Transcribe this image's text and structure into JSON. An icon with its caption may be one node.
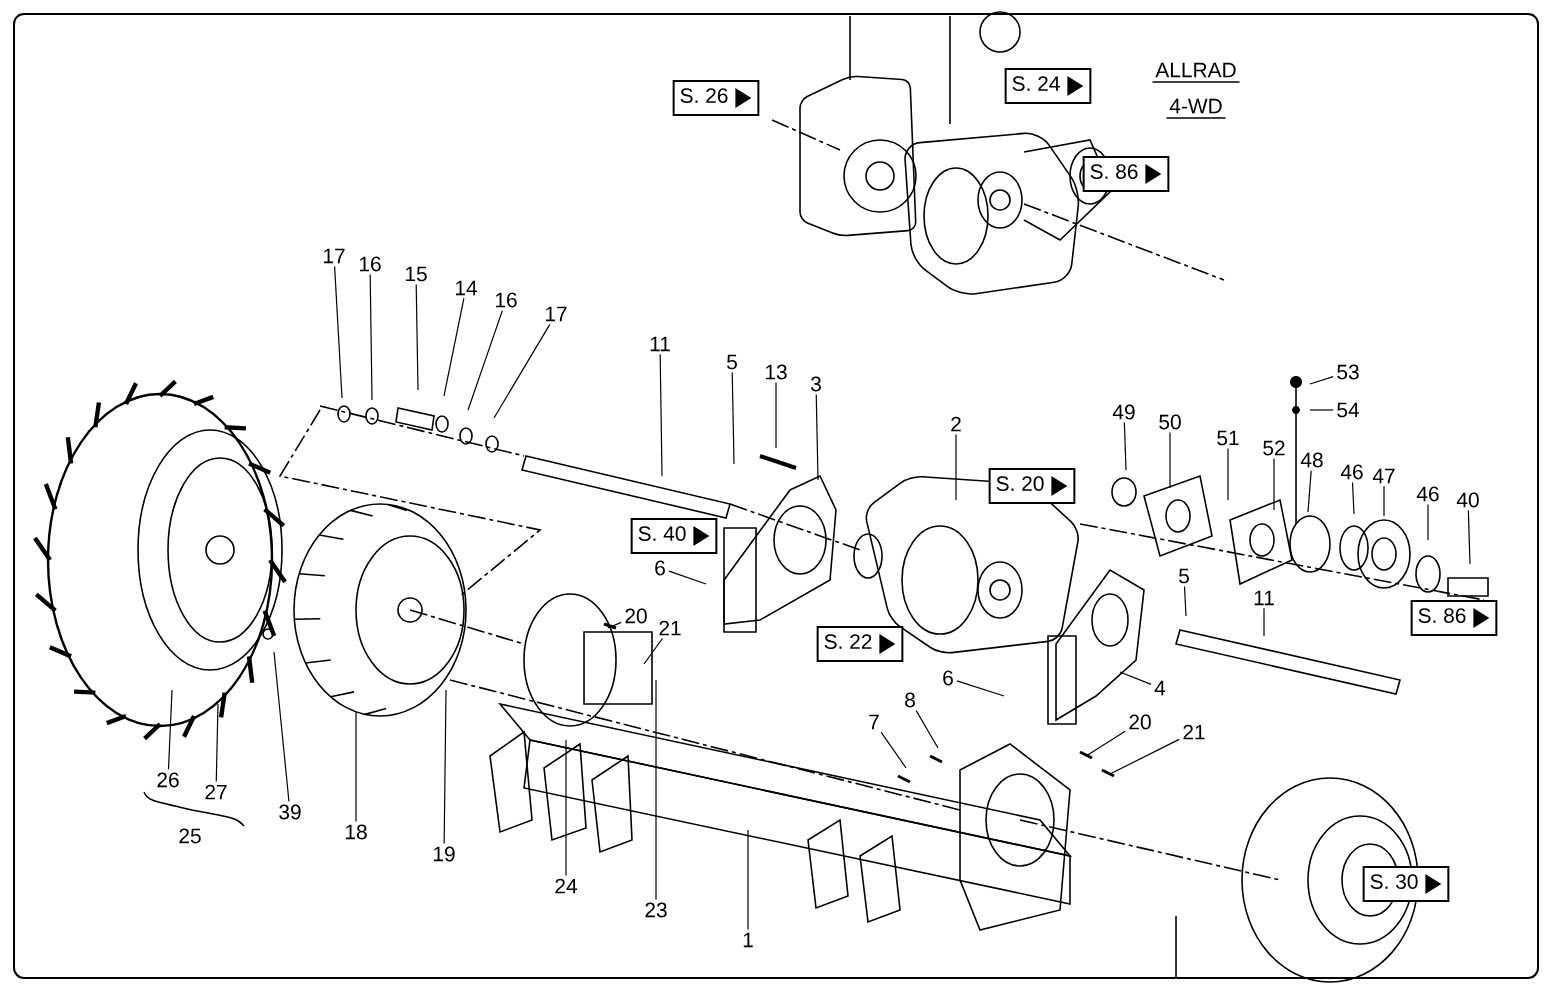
{
  "diagram": {
    "nodes": [
      {
        "text": [
          "S. 26"
        ]
      },
      {
        "text": [
          "S. 24"
        ]
      },
      {
        "text": [
          "S. 86"
        ]
      },
      {
        "text": [
          "17"
        ]
      },
      {
        "text": [
          "16"
        ]
      },
      {
        "text": [
          "15"
        ]
      },
      {
        "text": [
          "14"
        ]
      },
      {
        "text": [
          "16"
        ]
      },
      {
        "text": [
          "17"
        ]
      },
      {
        "text": [
          "11"
        ]
      },
      {
        "text": [
          "5"
        ]
      },
      {
        "text": [
          "13"
        ]
      },
      {
        "text": [
          "3"
        ]
      },
      {
        "text": [
          "2"
        ]
      },
      {
        "text": [
          "S. 20"
        ]
      },
      {
        "text": [
          "49"
        ]
      },
      {
        "text": [
          "50"
        ]
      },
      {
        "text": [
          "53"
        ]
      },
      {
        "text": [
          "54"
        ]
      },
      {
        "text": [
          "51"
        ]
      },
      {
        "text": [
          "52"
        ]
      },
      {
        "text": [
          "48"
        ]
      },
      {
        "text": [
          "46"
        ]
      },
      {
        "text": [
          "47"
        ]
      },
      {
        "text": [
          "46"
        ]
      },
      {
        "text": [
          "40"
        ]
      },
      {
        "text": [
          "S. 40"
        ]
      },
      {
        "text": [
          "6"
        ]
      },
      {
        "text": [
          "S. 86"
        ]
      },
      {
        "text": [
          "5"
        ]
      },
      {
        "text": [
          "11"
        ]
      },
      {
        "text": [
          "S. 22"
        ]
      },
      {
        "text": [
          "20"
        ]
      },
      {
        "text": [
          "21"
        ]
      },
      {
        "text": [
          "6"
        ]
      },
      {
        "text": [
          "4"
        ]
      },
      {
        "text": [
          "8"
        ]
      },
      {
        "text": [
          "7"
        ]
      },
      {
        "text": [
          "20"
        ]
      },
      {
        "text": [
          "21"
        ]
      },
      {
        "text": [
          "26"
        ]
      },
      {
        "text": [
          "27"
        ]
      },
      {
        "text": [
          "39"
        ]
      },
      {
        "text": [
          "18"
        ]
      },
      {
        "text": [
          "19"
        ]
      },
      {
        "text": [
          "24"
        ]
      },
      {
        "text": [
          "23"
        ]
      },
      {
        "text": [
          "1"
        ]
      },
      {
        "text": [
          "S. 30"
        ]
      }
    ],
    "edges": [
      {
        "from": 3,
        "to": null,
        "arrow": "none"
      },
      {
        "from": 4,
        "to": null,
        "arrow": "none"
      },
      {
        "from": 5,
        "to": null,
        "arrow": "none"
      },
      {
        "from": 6,
        "to": null,
        "arrow": "none"
      },
      {
        "from": 7,
        "to": null,
        "arrow": "none"
      },
      {
        "from": 8,
        "to": null,
        "arrow": "none"
      },
      {
        "from": 9,
        "to": null,
        "arrow": "none"
      },
      {
        "from": 10,
        "to": null,
        "arrow": "none"
      },
      {
        "from": 11,
        "to": null,
        "arrow": "none"
      },
      {
        "from": 12,
        "to": null,
        "arrow": "none"
      },
      {
        "from": 13,
        "to": null,
        "arrow": "none"
      },
      {
        "from": 15,
        "to": null,
        "arrow": "none"
      },
      {
        "from": 16,
        "to": null,
        "arrow": "none"
      },
      {
        "from": 17,
        "to": null,
        "arrow": "none"
      },
      {
        "from": 18,
        "to": null,
        "arrow": "none"
      },
      {
        "from": 19,
        "to": null,
        "arrow": "none"
      },
      {
        "from": 20,
        "to": null,
        "arrow": "none"
      },
      {
        "from": 21,
        "to": null,
        "arrow": "none"
      },
      {
        "from": 22,
        "to": null,
        "arrow": "none"
      },
      {
        "from": 23,
        "to": null,
        "arrow": "none"
      },
      {
        "from": 24,
        "to": null,
        "arrow": "none"
      },
      {
        "from": 25,
        "to": null,
        "arrow": "none"
      },
      {
        "from": 27,
        "to": null,
        "arrow": "none"
      },
      {
        "from": 29,
        "to": null,
        "arrow": "none"
      },
      {
        "from": 30,
        "to": null,
        "arrow": "none"
      },
      {
        "from": 32,
        "to": null,
        "arrow": "none"
      },
      {
        "from": 33,
        "to": null,
        "arrow": "none"
      },
      {
        "from": 34,
        "to": null,
        "arrow": "none"
      },
      {
        "from": 35,
        "to": null,
        "arrow": "none"
      },
      {
        "from": 36,
        "to": null,
        "arrow": "none"
      },
      {
        "from": 37,
        "to": null,
        "arrow": "none"
      },
      {
        "from": 38,
        "to": null,
        "arrow": "none"
      },
      {
        "from": 39,
        "to": null,
        "arrow": "none"
      },
      {
        "from": 40,
        "to": null,
        "arrow": "none"
      },
      {
        "from": 41,
        "to": null,
        "arrow": "none"
      },
      {
        "from": 42,
        "to": null,
        "arrow": "none"
      },
      {
        "from": 43,
        "to": null,
        "arrow": "none"
      },
      {
        "from": 44,
        "to": null,
        "arrow": "none"
      },
      {
        "from": 45,
        "to": null,
        "arrow": "none"
      },
      {
        "from": 46,
        "to": null,
        "arrow": "none"
      },
      {
        "from": 47,
        "to": null,
        "arrow": "none"
      }
    ],
    "labels": [
      "ALLRAD",
      "4-WD",
      "25"
    ]
  }
}
